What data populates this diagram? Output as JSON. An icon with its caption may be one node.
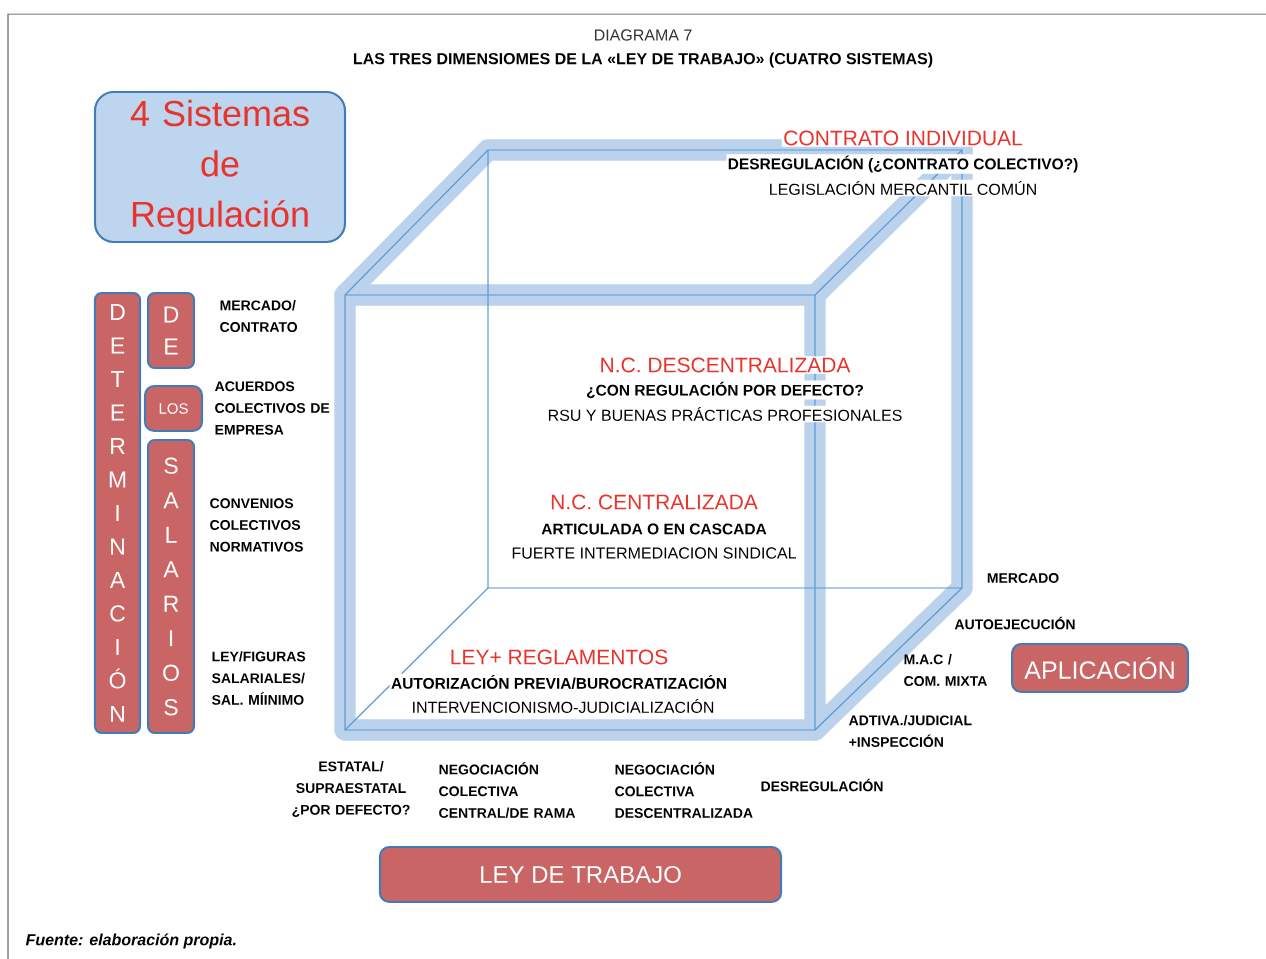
{
  "diagram": {
    "title": "LAS TRES DIMENSIOMES DE LA «LEY DE TRABAJO» (CUATRO SISTEMAS)",
    "caption": "Fuente: elaboración propia.",
    "nodes": [
      {
        "text": [
          "4 Sistemas de Regulación"
        ]
      },
      {
        "text": [
          "DETERMINACIÓN"
        ]
      },
      {
        "text": [
          "DE"
        ]
      },
      {
        "text": [
          "LOS"
        ]
      },
      {
        "text": [
          "SALARIOS"
        ]
      },
      {
        "text": [
          "APLICACIÓN"
        ]
      },
      {
        "text": [
          "LEY DE TRABAJO"
        ]
      }
    ],
    "labels": [
      "DIAGRAMA 7",
      "CONTRATO INDIVIDUAL",
      "DESREGULACIÓN (¿CONTRATO COLECTIVO?)",
      "LEGISLACIÓN MERCANTIL COMÚN",
      "MERCADO/ CONTRATO",
      "ACUERDOS COLECTIVOS DE EMPRESA",
      "N.C. DESCENTRALIZADA",
      "¿CON REGULACIÓN POR DEFECTO?",
      "RSU Y BUENAS PRÁCTICAS PROFESIONALES",
      "N.C. CENTRALIZADA",
      "CONVENIOS COLECTIVOS NORMATIVOS",
      "ARTICULADA O EN CASCADA",
      "FUERTE INTERMEDIACION SINDICAL",
      "MERCADO",
      "AUTOEJECUCIÓN",
      "LEY+ REGLAMENTOS",
      "M.A.C / COM. MIXTA",
      "LEY/FIGURAS SALARIALES/ SAL. MÍINIMO",
      "AUTORIZACIÓN PREVIA/BUROCRATIZACIÓN",
      "INTERVENCIONISMO-JUDICIALIZACIÓN",
      "ADTIVA./JUDICIAL +INSPECCIÓN",
      "ESTATAL/ SUPRAESTATAL ¿POR DEFECTO?",
      "NEGOCIACIÓN COLECTIVA CENTRAL/DE RAMA",
      "NEGOCIACIÓN COLECTIVA DESCENTRALIZADA",
      "DESREGULACIÓN"
    ]
  }
}
